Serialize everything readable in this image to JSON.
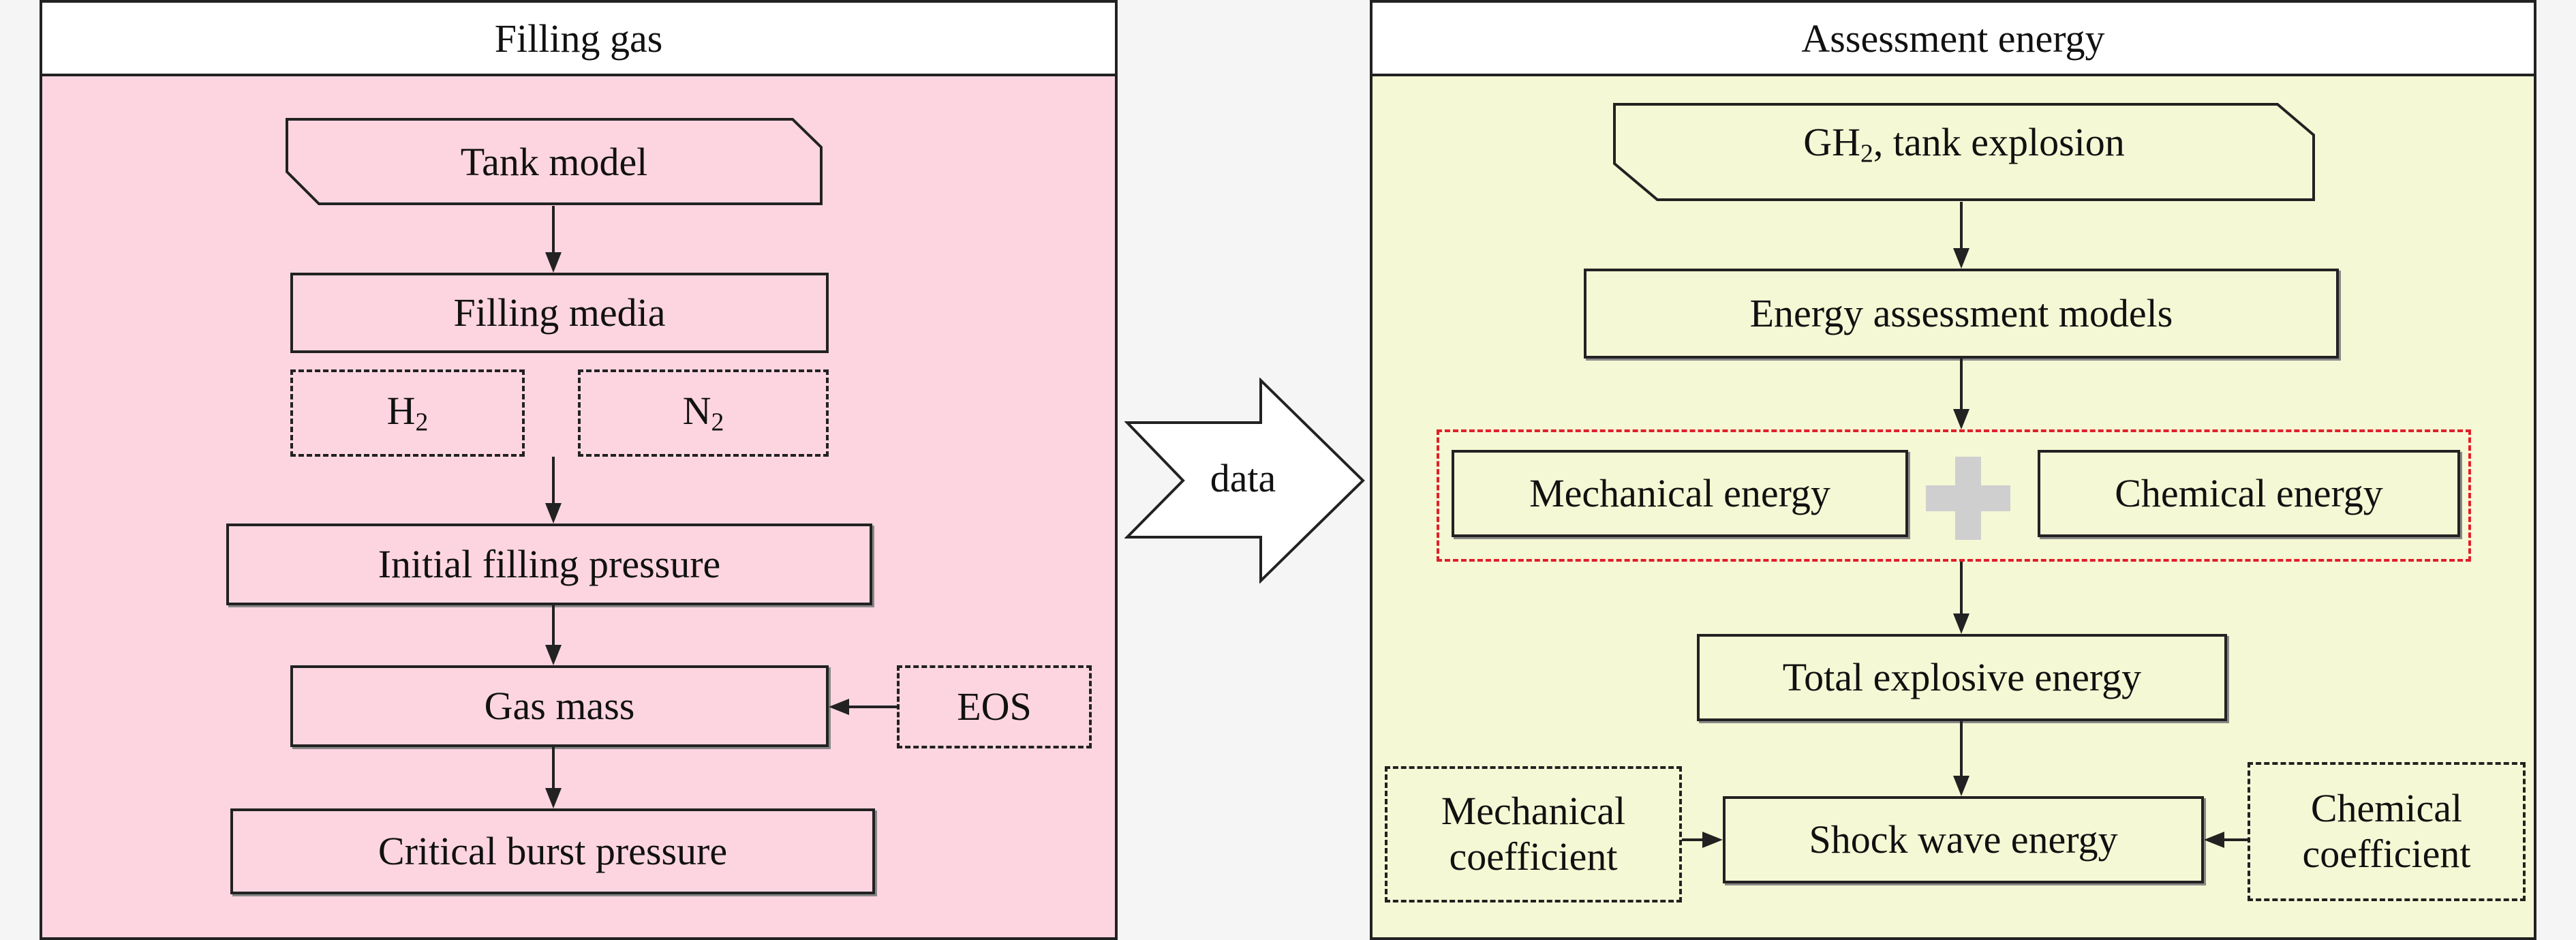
{
  "left_panel": {
    "title": "Filling gas",
    "background_color": "#fdd5e1",
    "tank_model": "Tank model",
    "filling_media": "Filling media",
    "h2": {
      "base": "H",
      "sub": "2"
    },
    "n2": {
      "base": "N",
      "sub": "2"
    },
    "initial_filling_pressure": "Initial filling pressure",
    "gas_mass": "Gas mass",
    "eos": "EOS",
    "critical_burst_pressure": "Critical burst pressure"
  },
  "connector": {
    "label": "data"
  },
  "right_panel": {
    "title": "Assessment energy",
    "background_color": "#f5f8d4",
    "input_tag": {
      "pre": "GH",
      "sub": "2",
      "post": ", tank explosion"
    },
    "energy_models": "Energy assessment models",
    "mechanical_energy": "Mechanical energy",
    "chemical_energy": "Chemical energy",
    "total_explosive_energy": "Total explosive energy",
    "shock_wave_energy": "Shock wave energy",
    "mechanical_coefficient": [
      "Mechanical",
      "coefficient"
    ],
    "chemical_coefficient": [
      "Chemical",
      "coefficient"
    ],
    "group_outline_color": "#e0202a",
    "plus_color": "#cfcfcf"
  }
}
